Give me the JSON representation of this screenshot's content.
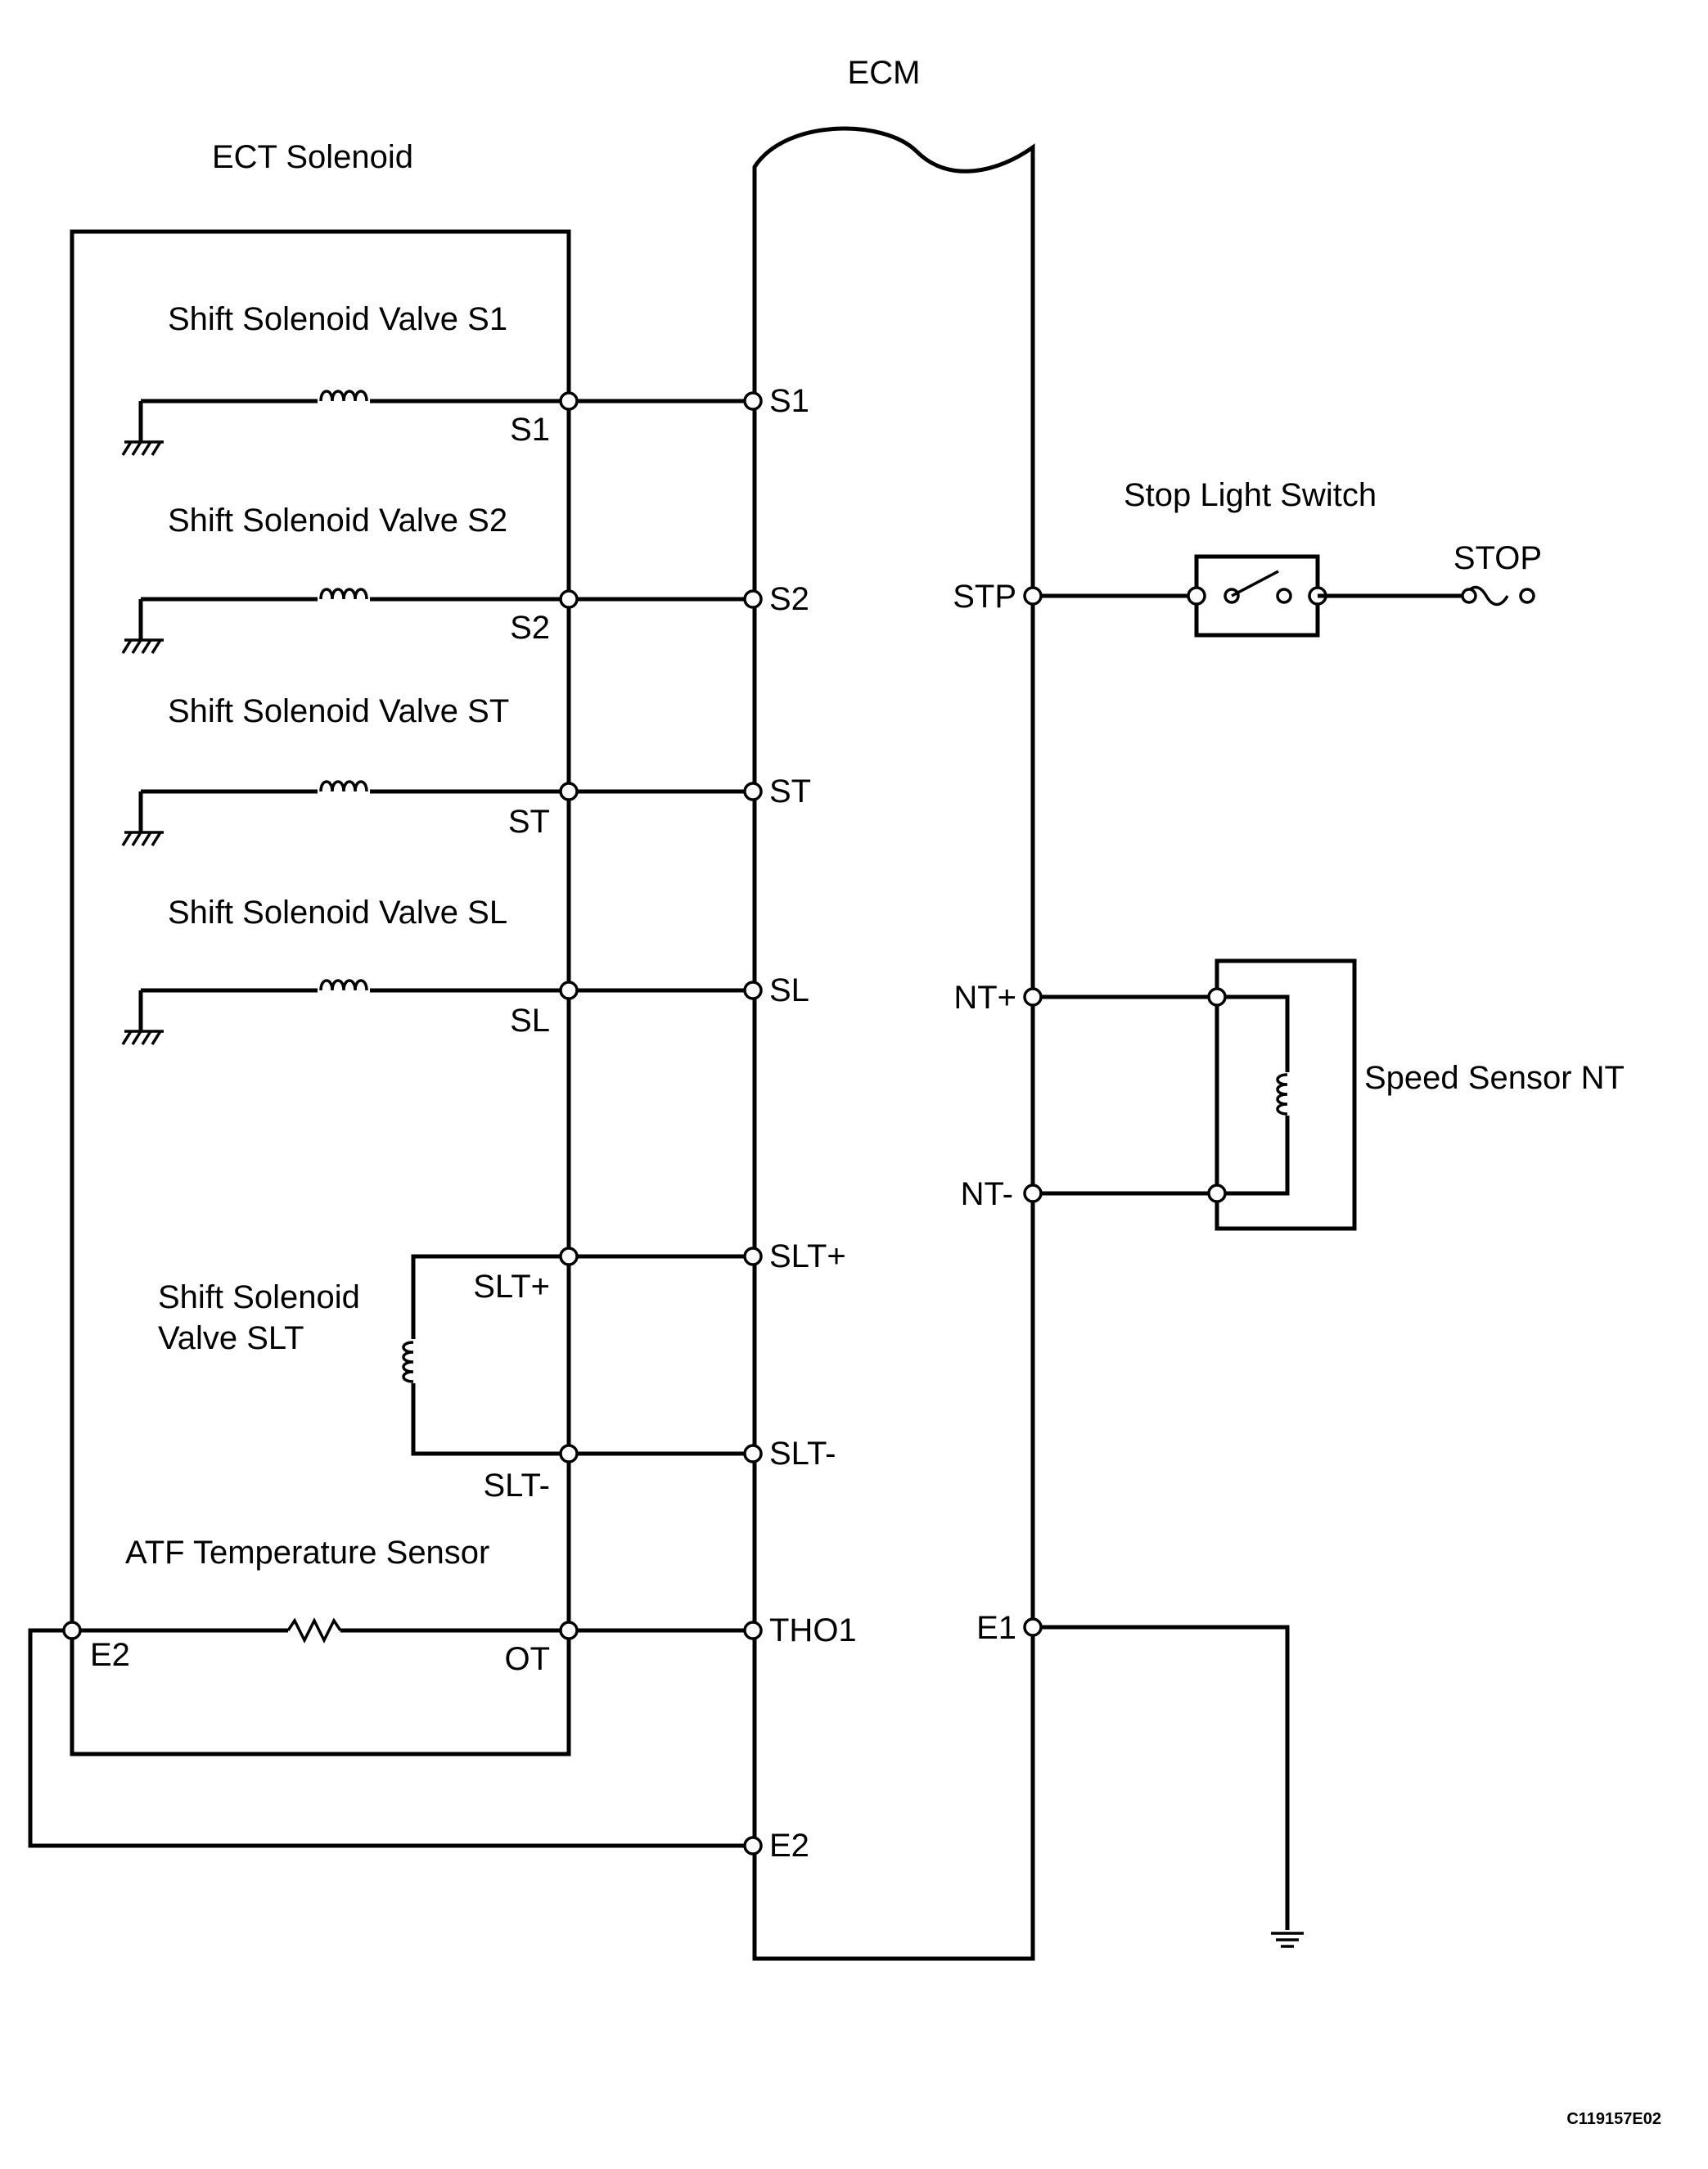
{
  "labels": {
    "ecm": "ECM",
    "ect_solenoid": "ECT Solenoid",
    "s1_valve": "Shift Solenoid Valve S1",
    "s2_valve": "Shift Solenoid Valve S2",
    "st_valve": "Shift Solenoid Valve ST",
    "sl_valve": "Shift Solenoid Valve SL",
    "slt_valve_l1": "Shift Solenoid",
    "slt_valve_l2": "Valve SLT",
    "atf_sensor": "ATF Temperature Sensor",
    "stop_light_switch": "Stop Light Switch",
    "stop": "STOP",
    "speed_sensor": "Speed Sensor NT",
    "ref_code": "C119157E02"
  },
  "solenoid_pins": {
    "s1": "S1",
    "s2": "S2",
    "st": "ST",
    "sl": "SL",
    "slt_plus": "SLT+",
    "slt_minus": "SLT-",
    "e2": "E2",
    "ot": "OT"
  },
  "ecm_pins": {
    "s1": "S1",
    "s2": "S2",
    "st": "ST",
    "sl": "SL",
    "slt_plus": "SLT+",
    "slt_minus": "SLT-",
    "tho1": "THO1",
    "e2": "E2",
    "stp": "STP",
    "nt_plus": "NT+",
    "nt_minus": "NT-",
    "e1": "E1"
  }
}
